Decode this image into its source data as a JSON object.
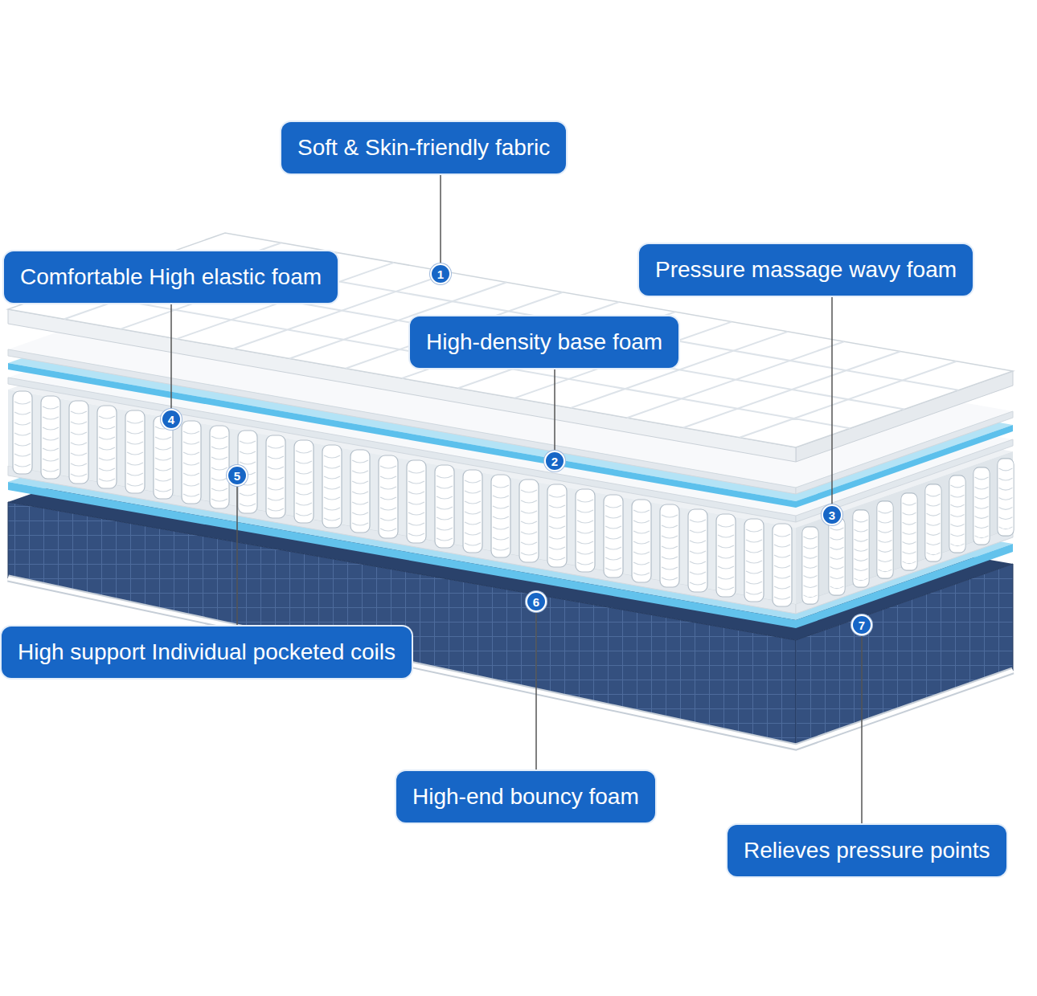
{
  "diagram": {
    "nodes": [
      {
        "text": [
          "Soft & Skin-friendly fabric"
        ]
      },
      {
        "text": [
          "Comfortable High elastic foam"
        ]
      },
      {
        "text": [
          "1"
        ]
      },
      {
        "text": [
          "Pressure massage wavy foam"
        ]
      },
      {
        "text": [
          "High-density base foam"
        ]
      },
      {
        "text": [
          "4"
        ]
      },
      {
        "text": [
          "2"
        ]
      },
      {
        "text": [
          "5"
        ]
      },
      {
        "text": [
          "3"
        ]
      },
      {
        "text": [
          "6"
        ]
      },
      {
        "text": [
          "7"
        ]
      },
      {
        "text": [
          "High support Individual pocketed coils"
        ]
      },
      {
        "text": [
          "High-end bouncy foam"
        ]
      },
      {
        "text": [
          "Relieves pressure points"
        ]
      }
    ],
    "edges": [
      {
        "from": 0,
        "to": 2,
        "arrow": "none"
      },
      {
        "from": 1,
        "to": 5,
        "arrow": "none"
      },
      {
        "from": 3,
        "to": 8,
        "arrow": "none"
      },
      {
        "from": 4,
        "to": 6,
        "arrow": "none"
      },
      {
        "from": 11,
        "to": 7,
        "arrow": "none"
      },
      {
        "from": 12,
        "to": 9,
        "arrow": "none"
      },
      {
        "from": 13,
        "to": 10,
        "arrow": "none"
      }
    ]
  }
}
